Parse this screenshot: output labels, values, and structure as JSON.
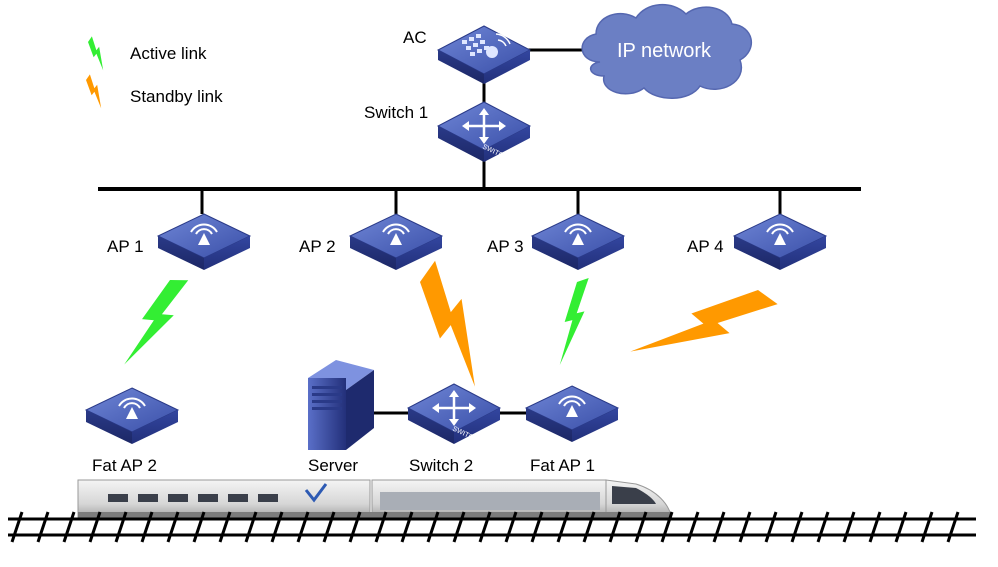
{
  "legend": {
    "active_label": "Active link",
    "standby_label": "Standby link"
  },
  "colors": {
    "active": "#33ee33",
    "standby": "#ff9900",
    "device": "#3a4fa8",
    "cloud": "#6b7fc4"
  },
  "network": {
    "label": "IP network"
  },
  "devices": {
    "ac": "AC",
    "switch1": "Switch 1",
    "ap1": "AP 1",
    "ap2": "AP 2",
    "ap3": "AP 3",
    "ap4": "AP 4",
    "fat_ap2": "Fat AP 2",
    "fat_ap1": "Fat AP 1",
    "switch2": "Switch 2",
    "server": "Server"
  },
  "icon_text": {
    "switch_tag": "SWITCH"
  }
}
